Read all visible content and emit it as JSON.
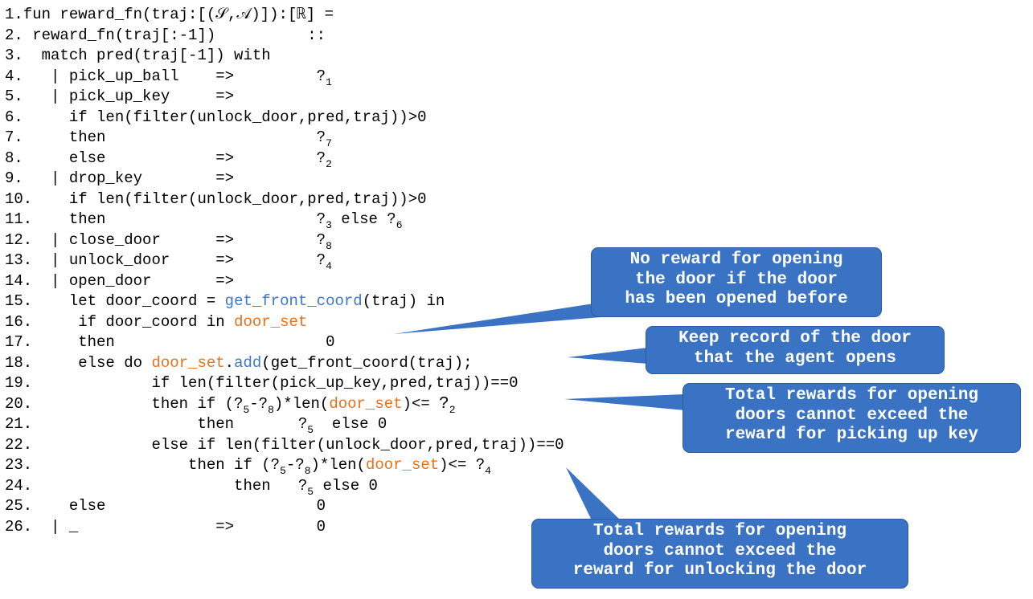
{
  "code_lines": [
    {
      "num": "1.",
      "segments": [
        {
          "text": "fun reward_fn(traj:[(𝒮,𝒜)]):[ℝ] ="
        }
      ]
    },
    {
      "num": "2.",
      "segments": [
        {
          "text": " reward_fn(traj[:-1])          ::"
        }
      ]
    },
    {
      "num": "3.",
      "segments": [
        {
          "text": "  match pred(traj[-1]) with"
        }
      ]
    },
    {
      "num": "4.",
      "segments": [
        {
          "text": "   | pick_up_ball    =>         ?"
        },
        {
          "text": "1",
          "style": "sub"
        }
      ]
    },
    {
      "num": "5.",
      "segments": [
        {
          "text": "   | pick_up_key     =>"
        }
      ]
    },
    {
      "num": "6.",
      "segments": [
        {
          "text": "     if len(filter(unlock_door,pred,traj))>0"
        }
      ]
    },
    {
      "num": "7.",
      "segments": [
        {
          "text": "     then                       ?"
        },
        {
          "text": "7",
          "style": "sub"
        }
      ]
    },
    {
      "num": "8.",
      "segments": [
        {
          "text": "     else            =>         ?"
        },
        {
          "text": "2",
          "style": "sub"
        }
      ]
    },
    {
      "num": "9.",
      "segments": [
        {
          "text": "   | drop_key        =>"
        }
      ]
    },
    {
      "num": "10.",
      "segments": [
        {
          "text": "    if len(filter(unlock_door,pred,traj))>0"
        }
      ]
    },
    {
      "num": "11.",
      "segments": [
        {
          "text": "    then                       ?"
        },
        {
          "text": "3",
          "style": "sub"
        },
        {
          "text": " else ?"
        },
        {
          "text": "6",
          "style": "sub"
        }
      ]
    },
    {
      "num": "12.",
      "segments": [
        {
          "text": "  | close_door      =>         ?"
        },
        {
          "text": "8",
          "style": "sub"
        }
      ]
    },
    {
      "num": "13.",
      "segments": [
        {
          "text": "  | unlock_door     =>         ?"
        },
        {
          "text": "4",
          "style": "sub"
        }
      ]
    },
    {
      "num": "14.",
      "segments": [
        {
          "text": "  | open_door       =>"
        }
      ]
    },
    {
      "num": "15.",
      "segments": [
        {
          "text": "    let door_coord = "
        },
        {
          "text": "get_front_coord",
          "style": "blue"
        },
        {
          "text": "(traj) in"
        }
      ]
    },
    {
      "num": "16.",
      "segments": [
        {
          "text": "     if door_coord in "
        },
        {
          "text": "door_set",
          "style": "orange"
        }
      ]
    },
    {
      "num": "17.",
      "segments": [
        {
          "text": "     then                       0"
        }
      ]
    },
    {
      "num": "18.",
      "segments": [
        {
          "text": "     else do "
        },
        {
          "text": "door_set",
          "style": "orange"
        },
        {
          "text": "."
        },
        {
          "text": "add",
          "style": "blue"
        },
        {
          "text": "(get_front_coord(traj);"
        }
      ]
    },
    {
      "num": "19.",
      "segments": [
        {
          "text": "             if len(filter(pick_up_key,pred,traj))==0"
        }
      ]
    },
    {
      "num": "20.",
      "segments": [
        {
          "text": "             then if (?"
        },
        {
          "text": "5",
          "style": "sub"
        },
        {
          "text": "-?"
        },
        {
          "text": "8",
          "style": "sub"
        },
        {
          "text": ")*len("
        },
        {
          "text": "door_set",
          "style": "orange"
        },
        {
          "text": ")<= "
        },
        {
          "text": "?",
          "style": "big"
        },
        {
          "text": "2",
          "style": "sub"
        }
      ]
    },
    {
      "num": "21.",
      "segments": [
        {
          "text": "                  then       ?"
        },
        {
          "text": "5",
          "style": "sub"
        },
        {
          "text": "  else 0"
        }
      ]
    },
    {
      "num": "22.",
      "segments": [
        {
          "text": "             else if len(filter(unlock_door,pred,traj))==0"
        }
      ]
    },
    {
      "num": "23.",
      "segments": [
        {
          "text": "                 then if (?"
        },
        {
          "text": "5",
          "style": "sub"
        },
        {
          "text": "-?"
        },
        {
          "text": "8",
          "style": "sub"
        },
        {
          "text": ")*len("
        },
        {
          "text": "door_set",
          "style": "orange"
        },
        {
          "text": ")<= ?"
        },
        {
          "text": "4",
          "style": "sub"
        }
      ]
    },
    {
      "num": "24.",
      "segments": [
        {
          "text": "                      then   ?"
        },
        {
          "text": "5",
          "style": "sub"
        },
        {
          "text": " else 0"
        }
      ]
    },
    {
      "num": "25.",
      "segments": [
        {
          "text": "    else                       0"
        }
      ]
    },
    {
      "num": "26.",
      "segments": [
        {
          "text": "  | _               =>         0"
        }
      ]
    }
  ],
  "callouts": [
    {
      "id": "callout-door-opened-before",
      "lines": [
        "No reward for opening",
        "the door if the door",
        "has been opened before"
      ]
    },
    {
      "id": "callout-record-door",
      "lines": [
        "Keep record of the door",
        "that the agent opens"
      ]
    },
    {
      "id": "callout-exceed-pick-key",
      "lines": [
        "Total rewards for opening",
        "doors cannot exceed the",
        "reward for picking up key"
      ]
    },
    {
      "id": "callout-exceed-unlock-door",
      "lines": [
        "Total rewards for opening",
        "doors cannot exceed the",
        "reward for unlocking the door"
      ]
    }
  ],
  "colors": {
    "callout_fill": "#3b73c4",
    "callout_text": "#ffffff",
    "highlight_orange": "#e8711a",
    "highlight_blue": "#3a78cf",
    "code_text": "#000000"
  }
}
